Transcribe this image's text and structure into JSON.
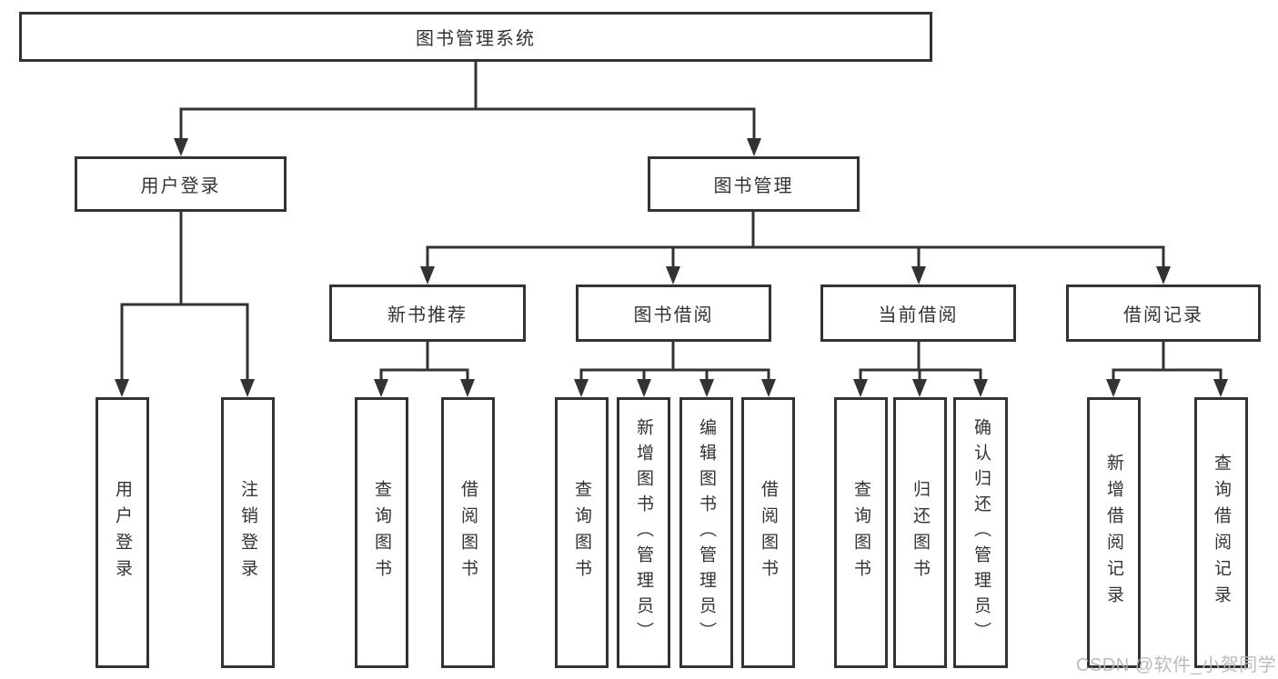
{
  "diagram": {
    "title_node": "图书管理系统",
    "level2": {
      "user_login": "用户登录",
      "book_mgmt": "图书管理"
    },
    "level3": {
      "new_books": "新书推荐",
      "book_borrow": "图书借阅",
      "current_borrow": "当前借阅",
      "borrow_records": "借阅记录"
    },
    "leaves": {
      "user_login": "用户登录",
      "logout": "注销登录",
      "nb_query": "查询图书",
      "nb_borrow": "借阅图书",
      "bb_query": "查询图书",
      "bb_add": "新增图书（管理员）",
      "bb_edit": "编辑图书（管理员）",
      "bb_borrow": "借阅图书",
      "cb_query": "查询图书",
      "cb_return": "归还图书",
      "cb_confirm": "确认归还（管理员）",
      "br_add": "新增借阅记录",
      "br_query": "查询借阅记录"
    }
  },
  "watermark": "CSDN @软件_小贺同学",
  "colors": {
    "line": "#333333",
    "box_border": "#333333",
    "box_fill": "#ffffff",
    "text": "#333333",
    "background": "#ffffff",
    "watermark_text": "#bab6b6"
  }
}
